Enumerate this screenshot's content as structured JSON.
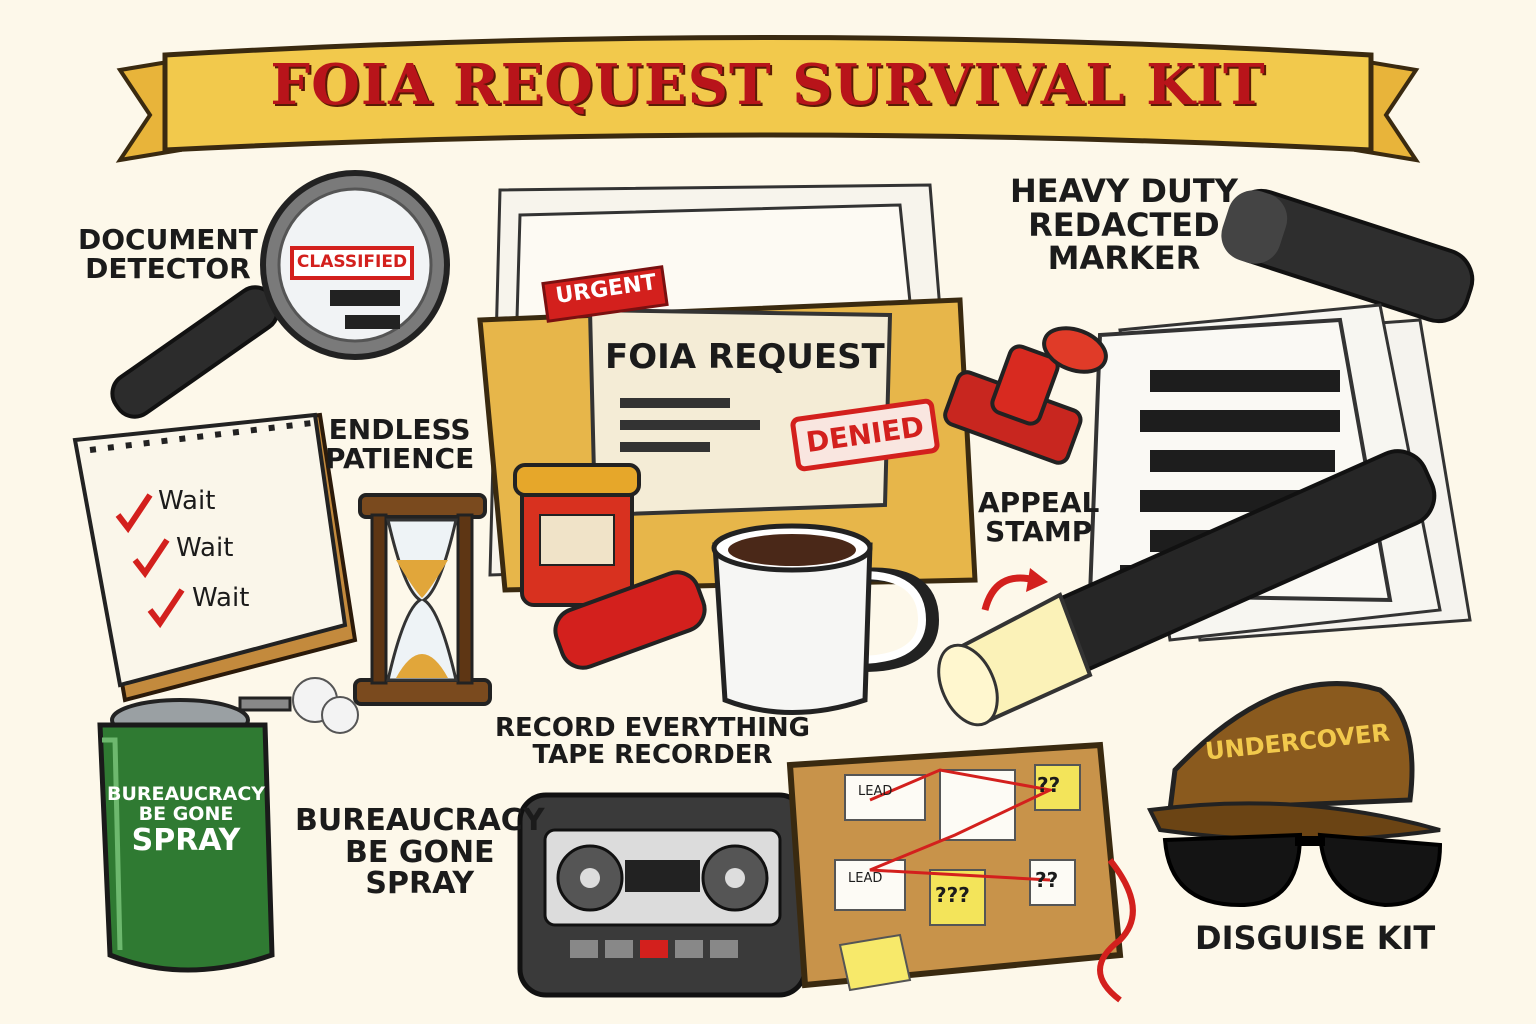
{
  "title": "FOIA REQUEST SURVIVAL KIT",
  "items": {
    "document_detector": {
      "line1": "DOCUMENT",
      "line2": "DETECTOR",
      "tag": "CLASSIFIED"
    },
    "heavy_duty_marker": {
      "line1": "HEAVY DUTY",
      "line2": "REDACTED",
      "line3": "MARKER"
    },
    "endless_patience": {
      "line1": "ENDLESS",
      "line2": "PATIENCE"
    },
    "checklist": {
      "item1": "Wait",
      "item2": "Wait",
      "item3": "Wait"
    },
    "folder": {
      "urgent": "URGENT",
      "heading": "FOIA REQUEST",
      "denied": "DENIED"
    },
    "appeal_stamp": {
      "line1": "APPEAL",
      "line2": "STAMP"
    },
    "spray": {
      "can_line1": "BUREAUCRACY",
      "can_line2": "BE GONE",
      "can_line3": "SPRAY",
      "label_line1": "BUREAUCRACY",
      "label_line2": "BE GONE",
      "label_line3": "SPRAY"
    },
    "tape_recorder": {
      "line1": "RECORD EVERYTHING",
      "line2": "TAPE RECORDER"
    },
    "corkboard": {
      "note1": "??",
      "note2": "???",
      "note3": "??",
      "card1": "LEAD",
      "card2": "LEAD"
    },
    "disguise_kit": {
      "cap_text": "UNDERCOVER",
      "label": "DISGUISE KIT"
    }
  },
  "colors": {
    "title_red": "#b8141a",
    "banner_gold": "#f2c94c",
    "stamp_red": "#d3201d",
    "folder_yellow": "#e7b64a",
    "can_green": "#2f7a32"
  }
}
